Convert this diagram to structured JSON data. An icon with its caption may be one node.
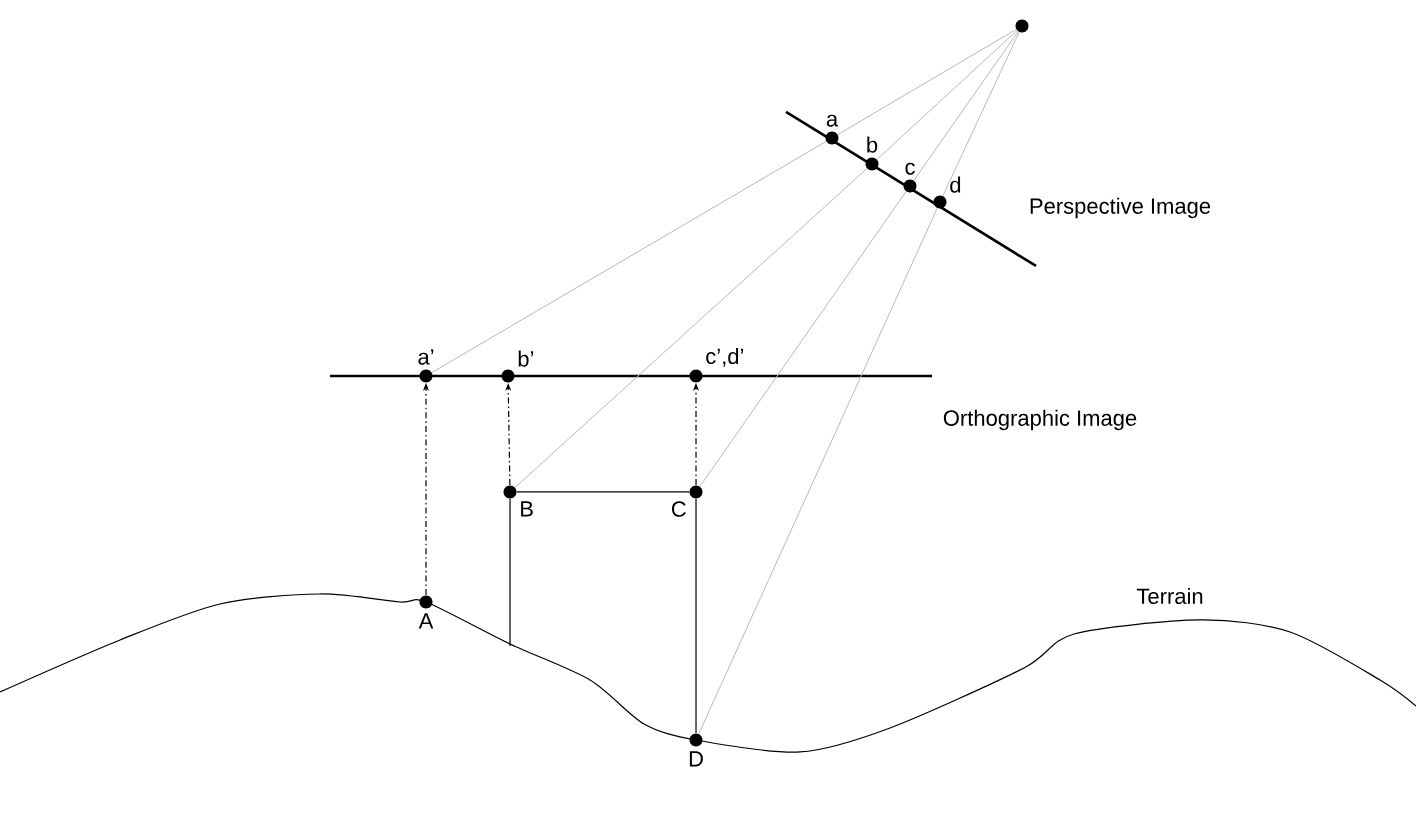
{
  "diagram": {
    "nodes": [
      {
        "text": [],
        "shape": "circle"
      },
      {
        "text": [
          "a"
        ]
      },
      {
        "text": [
          "b"
        ]
      },
      {
        "text": [
          "c"
        ]
      },
      {
        "text": [
          "d"
        ]
      },
      {
        "text": [
          "a’"
        ]
      },
      {
        "text": [
          "b’"
        ]
      },
      {
        "text": [
          "c’,d’"
        ]
      },
      {
        "text": [
          "B"
        ]
      },
      {
        "text": [
          "C"
        ]
      },
      {
        "text": [
          "A"
        ]
      },
      {
        "text": [
          "D"
        ]
      }
    ],
    "edges": [
      {
        "from": 0,
        "to": 1,
        "arrow": "none"
      },
      {
        "from": 1,
        "to": 5,
        "arrow": "none"
      },
      {
        "from": 0,
        "to": 2,
        "arrow": "none"
      },
      {
        "from": 2,
        "to": 8,
        "arrow": "none"
      },
      {
        "from": 0,
        "to": 3,
        "arrow": "none"
      },
      {
        "from": 3,
        "to": 9,
        "arrow": "none"
      },
      {
        "from": 0,
        "to": 4,
        "arrow": "none"
      },
      {
        "from": 4,
        "to": 11,
        "arrow": "none"
      },
      {
        "from": 10,
        "to": 5,
        "arrow": "to",
        "style": "dashed",
        "color": "#000000"
      },
      {
        "from": 8,
        "to": 6,
        "arrow": "to",
        "style": "dashed",
        "color": "#000000"
      },
      {
        "from": 9,
        "to": 7,
        "arrow": "to",
        "style": "dashed",
        "color": "#000000"
      },
      {
        "from": 8,
        "to": 9,
        "arrow": "none",
        "color": "#000000"
      },
      {
        "from": 9,
        "to": 11,
        "arrow": "none",
        "color": "#000000"
      },
      {
        "from": 8,
        "to": null,
        "arrow": "none",
        "color": "#000000"
      }
    ],
    "labels": [
      "Perspective Image",
      "Orthographic Image",
      "Terrain"
    ]
  }
}
